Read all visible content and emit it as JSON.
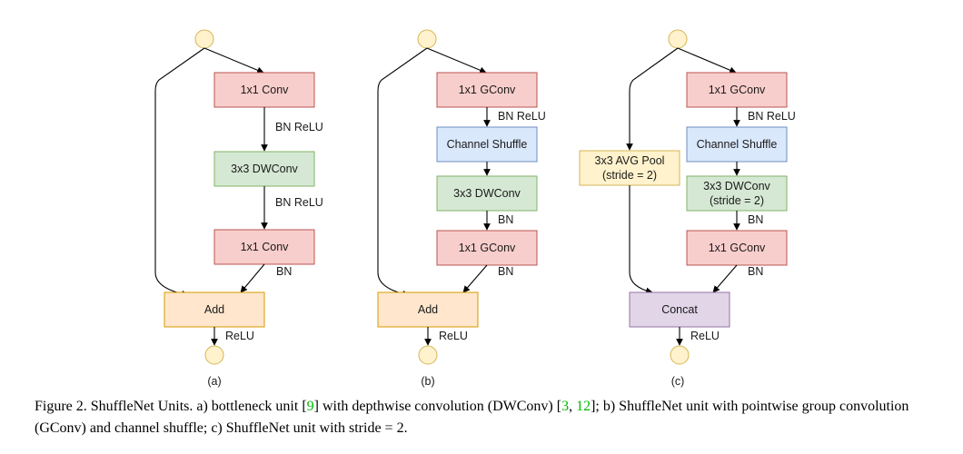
{
  "units": [
    {
      "sublabel": "(a)",
      "boxes": {
        "b1": "1x1 Conv",
        "b2": "3x3 DWConv",
        "b3": "1x1 Conv",
        "merge": "Add"
      },
      "edge_labels": {
        "e1": "BN ReLU",
        "e2": "BN ReLU",
        "e3": "BN",
        "out": "ReLU"
      }
    },
    {
      "sublabel": "(b)",
      "boxes": {
        "b1": "1x1 GConv",
        "b2": "Channel Shuffle",
        "b3": "3x3 DWConv",
        "b4": "1x1 GConv",
        "merge": "Add"
      },
      "edge_labels": {
        "e1": "BN ReLU",
        "e3": "BN",
        "e4": "BN",
        "out": "ReLU"
      }
    },
    {
      "sublabel": "(c)",
      "boxes": {
        "b1": "1x1 GConv",
        "b2": "Channel Shuffle",
        "b3_line1": "3x3 DWConv",
        "b3_line2": "(stride = 2)",
        "b4": "1x1 GConv",
        "pool_line1": "3x3 AVG Pool",
        "pool_line2": "(stride = 2)",
        "merge": "Concat"
      },
      "edge_labels": {
        "e1": "BN ReLU",
        "e3": "BN",
        "e4": "BN",
        "out": "ReLU"
      }
    }
  ],
  "caption": {
    "p1": "Figure 2. ShuffleNet Units. a) bottleneck unit [",
    "r1": "9",
    "p2": "] with depthwise convolution (DWConv) [",
    "r2": "3",
    "p3": ", ",
    "r3": "12",
    "p4": "]; b) ShuffleNet unit with pointwise group convolution (GConv) and channel shuffle; c) ShuffleNet unit with stride = 2."
  },
  "colors": {
    "conv_fill": "#f8cecc",
    "conv_stroke": "#b85450",
    "dw_fill": "#d5e8d4",
    "dw_stroke": "#82b366",
    "shuffle_fill": "#dae8fc",
    "shuffle_stroke": "#6c8ebf",
    "add_fill": "#ffe6cc",
    "add_stroke": "#d79b00",
    "pool_fill": "#fff2cc",
    "pool_stroke": "#d6b656",
    "concat_fill": "#e1d5e7",
    "concat_stroke": "#9673a6",
    "node_fill": "#fff2cc",
    "node_stroke": "#d6b656",
    "citation": "#00b800"
  }
}
